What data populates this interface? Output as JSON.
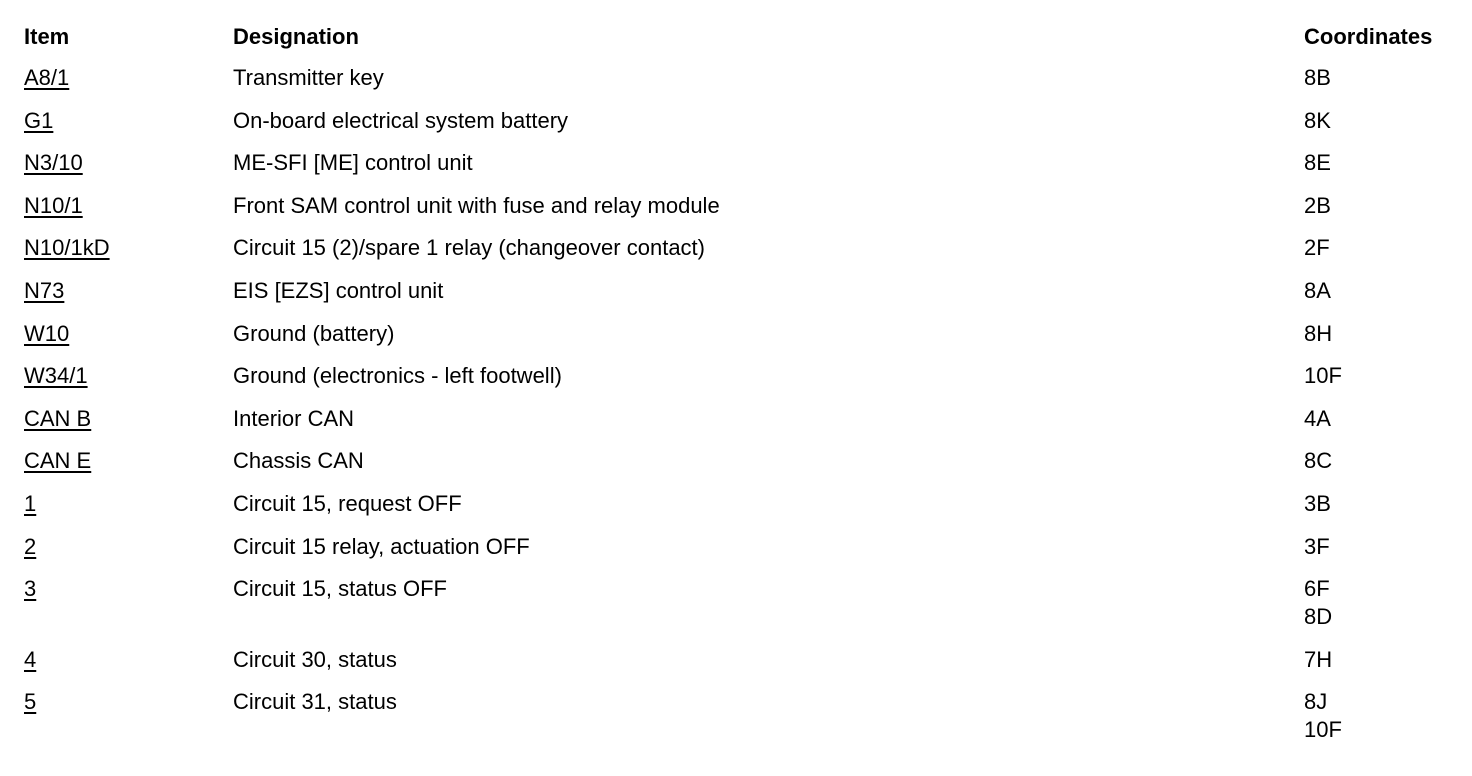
{
  "columns": {
    "item": "Item",
    "designation": "Designation",
    "coordinates": "Coordinates"
  },
  "rows": [
    {
      "item": "A8/1",
      "designation": "Transmitter key",
      "coords": [
        "8B"
      ]
    },
    {
      "item": "G1",
      "designation": "On-board electrical system battery",
      "coords": [
        "8K"
      ]
    },
    {
      "item": "N3/10",
      "designation": "ME-SFI [ME] control unit",
      "coords": [
        "8E"
      ]
    },
    {
      "item": "N10/1",
      "designation": "Front SAM control unit with fuse and relay module",
      "coords": [
        "2B"
      ]
    },
    {
      "item": "N10/1kD",
      "designation": "Circuit 15 (2)/spare 1 relay (changeover contact)",
      "coords": [
        "2F"
      ]
    },
    {
      "item": "N73",
      "designation": "EIS [EZS] control unit",
      "coords": [
        "8A"
      ]
    },
    {
      "item": "W10",
      "designation": "Ground (battery)",
      "coords": [
        "8H"
      ]
    },
    {
      "item": "W34/1",
      "designation": "Ground (electronics - left footwell)",
      "coords": [
        "10F"
      ]
    },
    {
      "item": "CAN B",
      "designation": "Interior CAN",
      "coords": [
        "4A"
      ]
    },
    {
      "item": "CAN E",
      "designation": "Chassis CAN",
      "coords": [
        "8C"
      ]
    },
    {
      "item": "1",
      "designation": "Circuit 15, request OFF",
      "coords": [
        "3B"
      ]
    },
    {
      "item": "2",
      "designation": "Circuit 15 relay, actuation OFF",
      "coords": [
        "3F"
      ]
    },
    {
      "item": "3",
      "designation": "Circuit 15, status OFF",
      "coords": [
        "6F",
        "8D"
      ]
    },
    {
      "item": "4",
      "designation": "Circuit 30, status",
      "coords": [
        "7H"
      ]
    },
    {
      "item": "5",
      "designation": "Circuit 31, status",
      "coords": [
        "8J",
        "10F"
      ]
    }
  ]
}
